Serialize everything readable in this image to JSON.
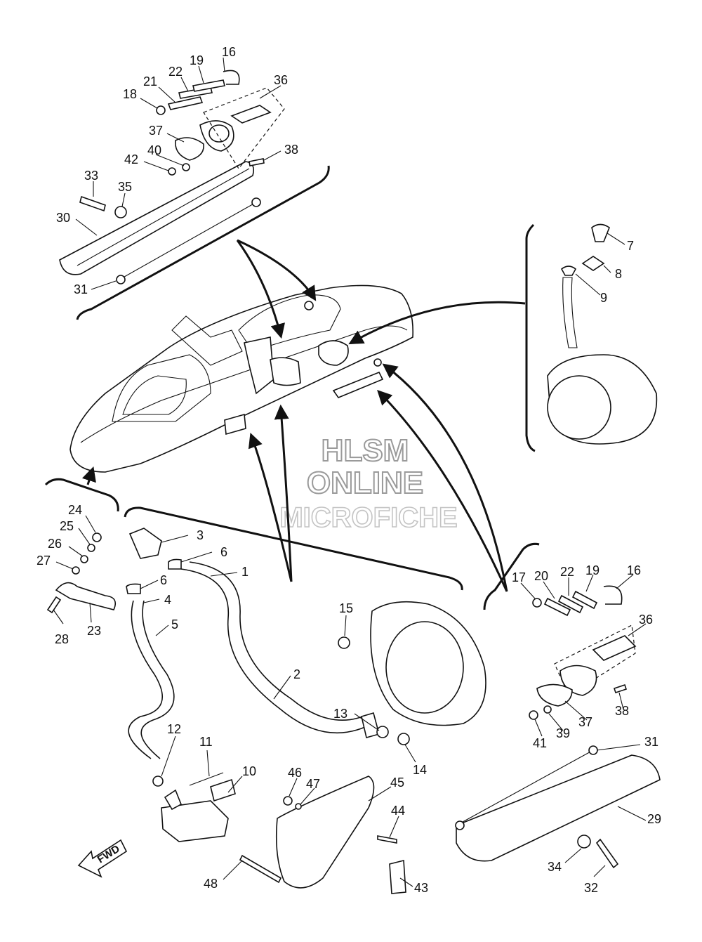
{
  "watermark": {
    "line1": "HLSM",
    "line2": "ONLINE",
    "line3": "MICROFICHE"
  },
  "direction_label": "FWD",
  "callouts": {
    "top": [
      "16",
      "19",
      "22",
      "21",
      "18",
      "36",
      "37",
      "40",
      "42",
      "38",
      "33",
      "35",
      "30",
      "31"
    ],
    "right": [
      "7",
      "8",
      "9"
    ],
    "left": [
      "24",
      "25",
      "26",
      "27",
      "23",
      "28"
    ],
    "center": [
      "3",
      "6",
      "6",
      "1",
      "4",
      "5",
      "2",
      "15",
      "13",
      "14",
      "12",
      "11",
      "10",
      "46",
      "47",
      "45",
      "44",
      "43",
      "48"
    ],
    "bottom_right": [
      "17",
      "20",
      "22",
      "19",
      "16",
      "36",
      "38",
      "37",
      "41",
      "39",
      "31",
      "29",
      "34",
      "32"
    ]
  }
}
